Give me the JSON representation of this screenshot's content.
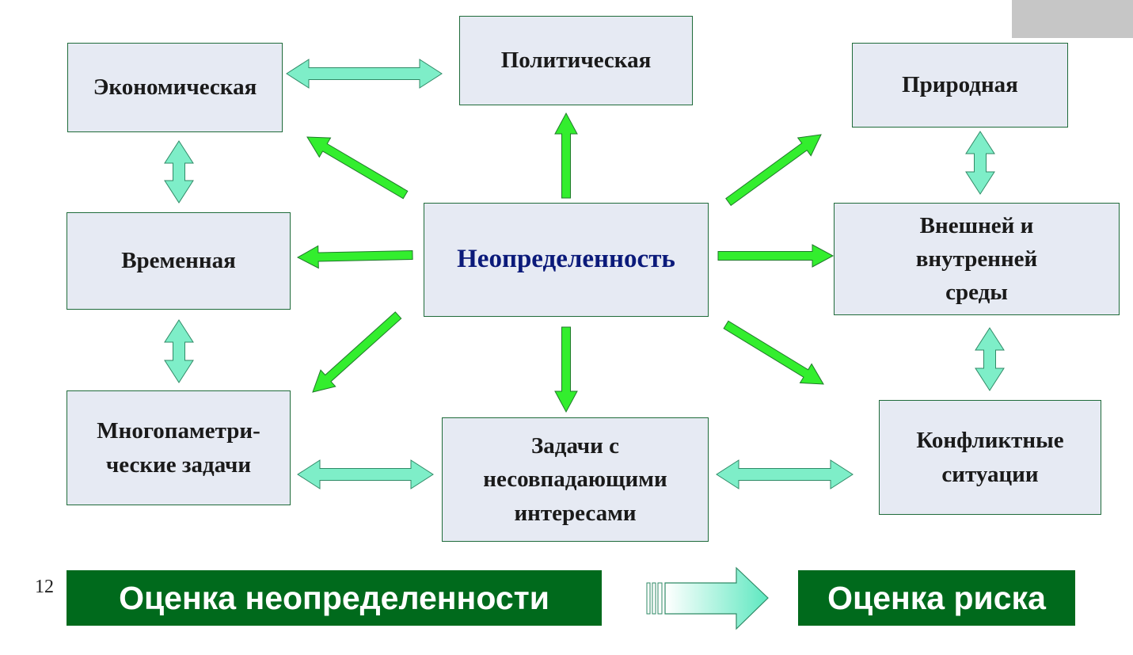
{
  "diagram": {
    "center": "Неопределенность",
    "nodes": {
      "economic": "Экономическая",
      "political": "Политическая",
      "natural": "Природная",
      "temporal": "Временная",
      "environment": "Внешней и\nвнутренней\nсреды",
      "multiparam": "Многопаметри-\nческие задачи",
      "conflicting_interests": "Задачи с\nнесовпадающими\nинтересами",
      "conflict": "Конфликтные\nситуации"
    }
  },
  "footer": {
    "slide_number": "12",
    "left_banner": "Оценка неопределенности",
    "right_banner": "Оценка риска"
  },
  "colors": {
    "box_fill": "#e6eaf3",
    "box_border": "#1f6b3a",
    "green_arrow": "#33ee2e",
    "mint_arrow": "#7eeec8",
    "banner": "#006a1c"
  }
}
